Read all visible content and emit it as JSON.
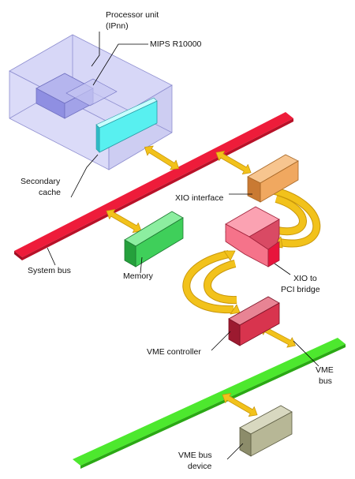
{
  "labels": {
    "processor_unit_line1": "Processor unit",
    "processor_unit_line2": "(IPnn)",
    "mips": "MIPS R10000",
    "secondary_cache_line1": "Secondary",
    "secondary_cache_line2": "cache",
    "xio_interface": "XIO interface",
    "system_bus": "System bus",
    "memory": "Memory",
    "xio_pci_line1": "XIO to",
    "xio_pci_line2": "PCI bridge",
    "vme_controller": "VME controller",
    "vme_bus_line1": "VME",
    "vme_bus_line2": "bus",
    "vme_device_line1": "VME bus",
    "vme_device_line2": "device"
  },
  "colors": {
    "system_bus": "#ee1c3a",
    "vme_bus": "#4de82e",
    "processor_box": "#c9c9f2",
    "cpu_chip": "#9b9be8",
    "secondary_cache": "#58f0f0",
    "memory": "#3fcf5a",
    "xio_interface": "#f0a860",
    "xio_pci_bridge": "#f5738a",
    "vme_controller": "#d8344e",
    "vme_device": "#b7b796",
    "arrow": "#f2c21b"
  }
}
